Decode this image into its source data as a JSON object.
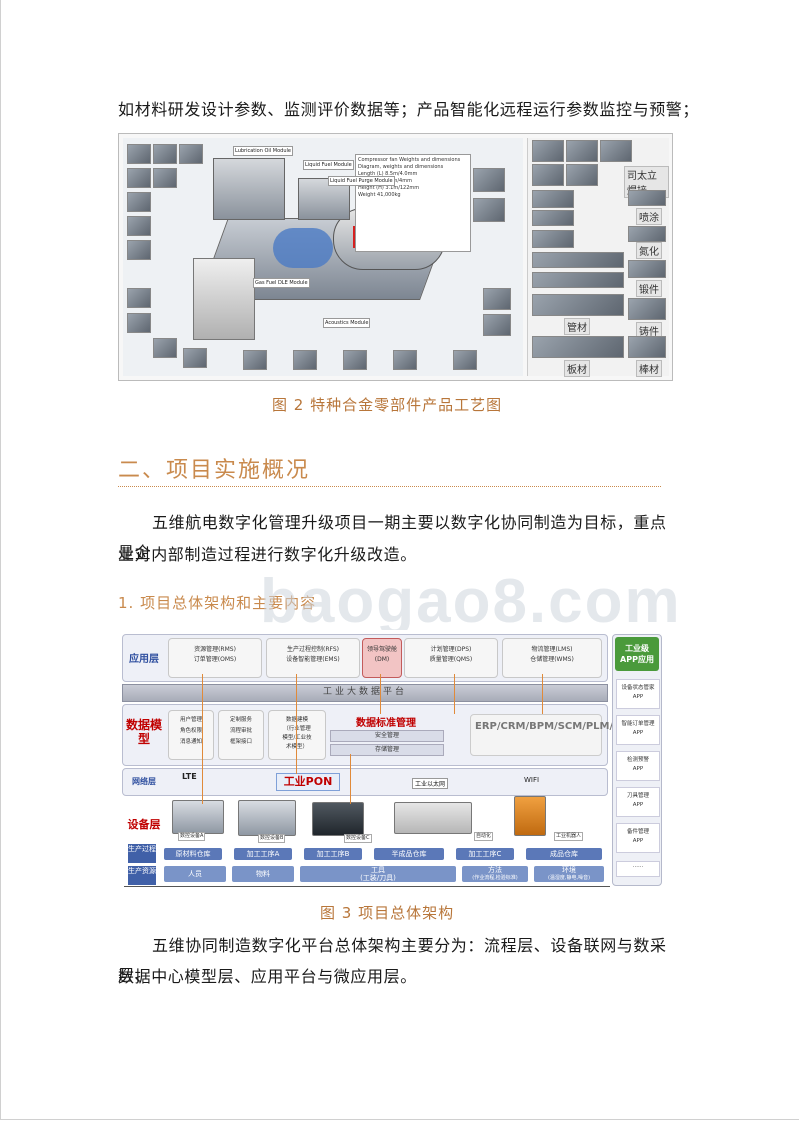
{
  "text": {
    "line1": "如材料研发设计参数、监测评价数据等；产品智能化远程运行参数监控与预警；",
    "fig2_caption": "图 2   特种合金零部件产品工艺图",
    "section_heading": "二、项目实施概况",
    "para1_line1": "五维航电数字化管理升级项目一期主要以数字化协同制造为目标，重点是企",
    "para1_line2": "业对内部制造过程进行数字化升级改造。",
    "subheading": "1. 项目总体架构和主要内容",
    "fig3_caption": "图 3   项目总体架构",
    "para2_line1": "五维协同制造数字化平台总体架构主要分为：流程层、设备联网与数采层、",
    "para2_line2": "数据中心模型层、应用平台与微应用层。",
    "watermark": "baogao8.com"
  },
  "fig2": {
    "labels": [
      "司太立焊接",
      "喷涂",
      "氮化",
      "锻件",
      "铸件",
      "管材",
      "板材",
      "棒材"
    ],
    "spec_title": "Compressor fan Weights and dimensions",
    "spec_lines": [
      "Diagram, weights and dimensions",
      "Length (L)   8.5m/4.0mm",
      "Width (W)   2.4m/4mm",
      "Height (H)   3.1m/122mm",
      "Weight  41,000kg"
    ],
    "callouts": [
      "Lubrication Oil Module",
      "Liquid Fuel Module",
      "Liquid Fuel Purge Module",
      "Gas Fuel DLE Module",
      "Acoustics Module"
    ]
  },
  "fig3": {
    "layers": {
      "app": "应用层",
      "data_model": "数据模型",
      "network": "网络层",
      "device": "设备层",
      "production_process": "生产过程",
      "production_resource": "生产资源"
    },
    "app_cells": [
      [
        "资源管理(RMS)",
        "订单管理(OMS)"
      ],
      [
        "生产过程控制(RFS)",
        "设备智能管理(EMS)"
      ],
      [
        "领导驾驶舱",
        "(DM)"
      ],
      [
        "计划管理(DPS)",
        "质量管理(QMS)"
      ],
      [
        "物流管理(LMS)",
        "仓储管理(WMS)"
      ]
    ],
    "platform": "工业大数据平台",
    "model_cells": [
      [
        "用户管理",
        "角色权限",
        "消息通知"
      ],
      [
        "定制服务",
        "流程审批",
        "框架接口"
      ],
      [
        "数据建模",
        "（行业管理",
        "模型/工业技",
        "术模型）"
      ]
    ],
    "data_standard": "数据标准管理",
    "sub_bars": [
      "安全管理",
      "存储管理"
    ],
    "erp": "ERP/CRM/BPM/SCM/PLM/PDM",
    "network_items": [
      "LTE",
      "工业PON",
      "工业以太网",
      "WIFI"
    ],
    "devices": [
      "数控设备A",
      "数控设备B",
      "数控设备C",
      "自动化",
      "工业机器人"
    ],
    "flow": [
      "原材料仓库",
      "加工工序A",
      "加工工序B",
      "半成品仓库",
      "加工工序C",
      "成品仓库"
    ],
    "resources": [
      [
        "人员"
      ],
      [
        "物料"
      ],
      [
        "工具",
        "(工装/刀具)"
      ],
      [
        "方法",
        "(作业流程,检验标准)"
      ],
      [
        "环境",
        "(温湿度,静电,噪音)"
      ]
    ],
    "app_panel": {
      "head": [
        "工业级",
        "APP应用"
      ],
      "items": [
        [
          "设备状态管家",
          "APP"
        ],
        [
          "智能订单管理",
          "APP"
        ],
        [
          "检测预警",
          "APP"
        ],
        [
          "刀具管理",
          "APP"
        ],
        [
          "备件管理",
          "APP"
        ],
        [
          "......"
        ]
      ]
    }
  },
  "colors": {
    "caption": "#b8763a",
    "heading": "#c98a4d",
    "accent_red": "#c00000",
    "flow_blue": "#5b78b8"
  }
}
